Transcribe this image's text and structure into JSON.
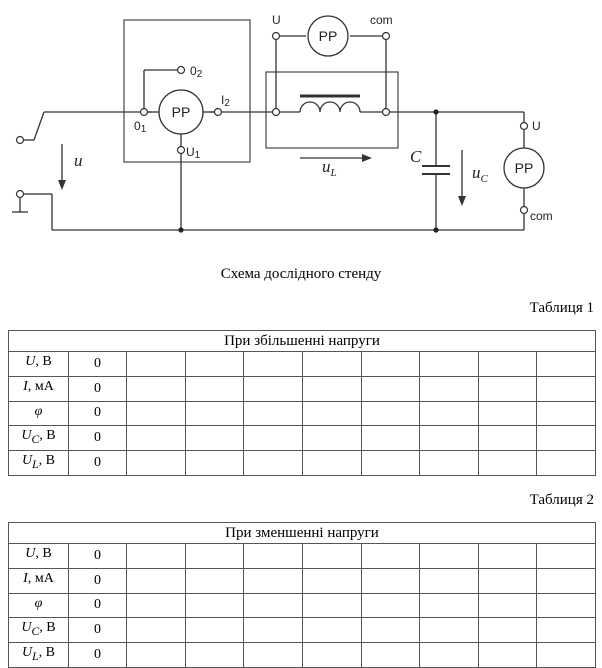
{
  "schematic": {
    "meter_label": "PP",
    "pins": {
      "o2": "0",
      "o2_sub": "2",
      "o1": "0",
      "o1_sub": "1",
      "i2": "I",
      "i2_sub": "2",
      "u1": "U",
      "u1_sub": "1",
      "u_top": "U",
      "com_top": "com",
      "u_right": "U",
      "com_right": "com"
    },
    "input_voltage": "u",
    "inductor_voltage": "u",
    "inductor_voltage_sub": "L",
    "capacitor": "C",
    "capacitor_voltage": "u",
    "capacitor_voltage_sub": "C"
  },
  "caption": "Схема дослідного стенду",
  "tables": [
    {
      "label": "Таблиця 1",
      "header": "При збільшенні напруги",
      "rows": [
        {
          "sym": "U",
          "sub": "",
          "unit": ", В",
          "first": "0"
        },
        {
          "sym": "I",
          "sub": "",
          "unit": ", мА",
          "first": "0"
        },
        {
          "sym": "φ",
          "sub": "",
          "unit": "",
          "first": "0"
        },
        {
          "sym": "U",
          "sub": "C",
          "unit": ", В",
          "first": "0"
        },
        {
          "sym": "U",
          "sub": "L",
          "unit": ", В",
          "first": "0"
        }
      ]
    },
    {
      "label": "Таблиця 2",
      "header": "При зменшенні напруги",
      "rows": [
        {
          "sym": "U",
          "sub": "",
          "unit": ", В",
          "first": "0"
        },
        {
          "sym": "I",
          "sub": "",
          "unit": ", мА",
          "first": "0"
        },
        {
          "sym": "φ",
          "sub": "",
          "unit": "",
          "first": "0"
        },
        {
          "sym": "U",
          "sub": "C",
          "unit": ", В",
          "first": "0"
        },
        {
          "sym": "U",
          "sub": "L",
          "unit": ", В",
          "first": "0"
        }
      ]
    }
  ]
}
